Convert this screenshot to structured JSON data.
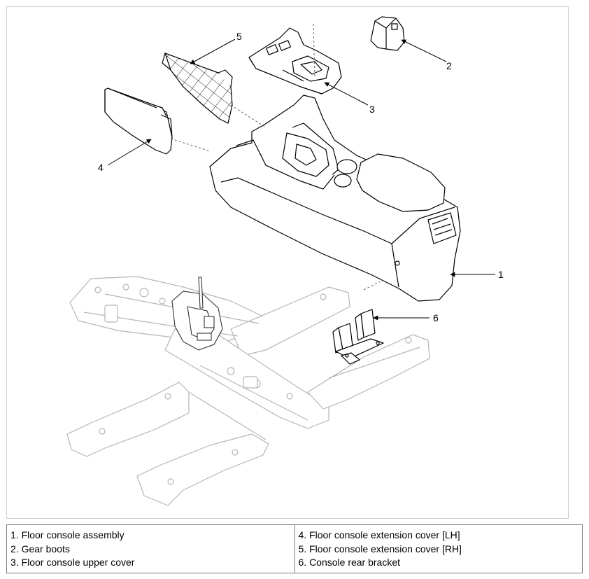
{
  "callouts": [
    "1",
    "2",
    "3",
    "4",
    "5",
    "6"
  ],
  "legend": {
    "left": [
      "1. Floor console assembly",
      "2. Gear boots",
      "3. Floor console upper cover"
    ],
    "right": [
      "4. Floor console extension cover [LH]",
      "5. Floor console extension cover [RH]",
      "6. Console rear bracket"
    ]
  },
  "colors": {
    "line": "#000000",
    "floor": "#bdbdbd",
    "frame": "#cfcfcf",
    "grid": "#7a7a7a"
  }
}
